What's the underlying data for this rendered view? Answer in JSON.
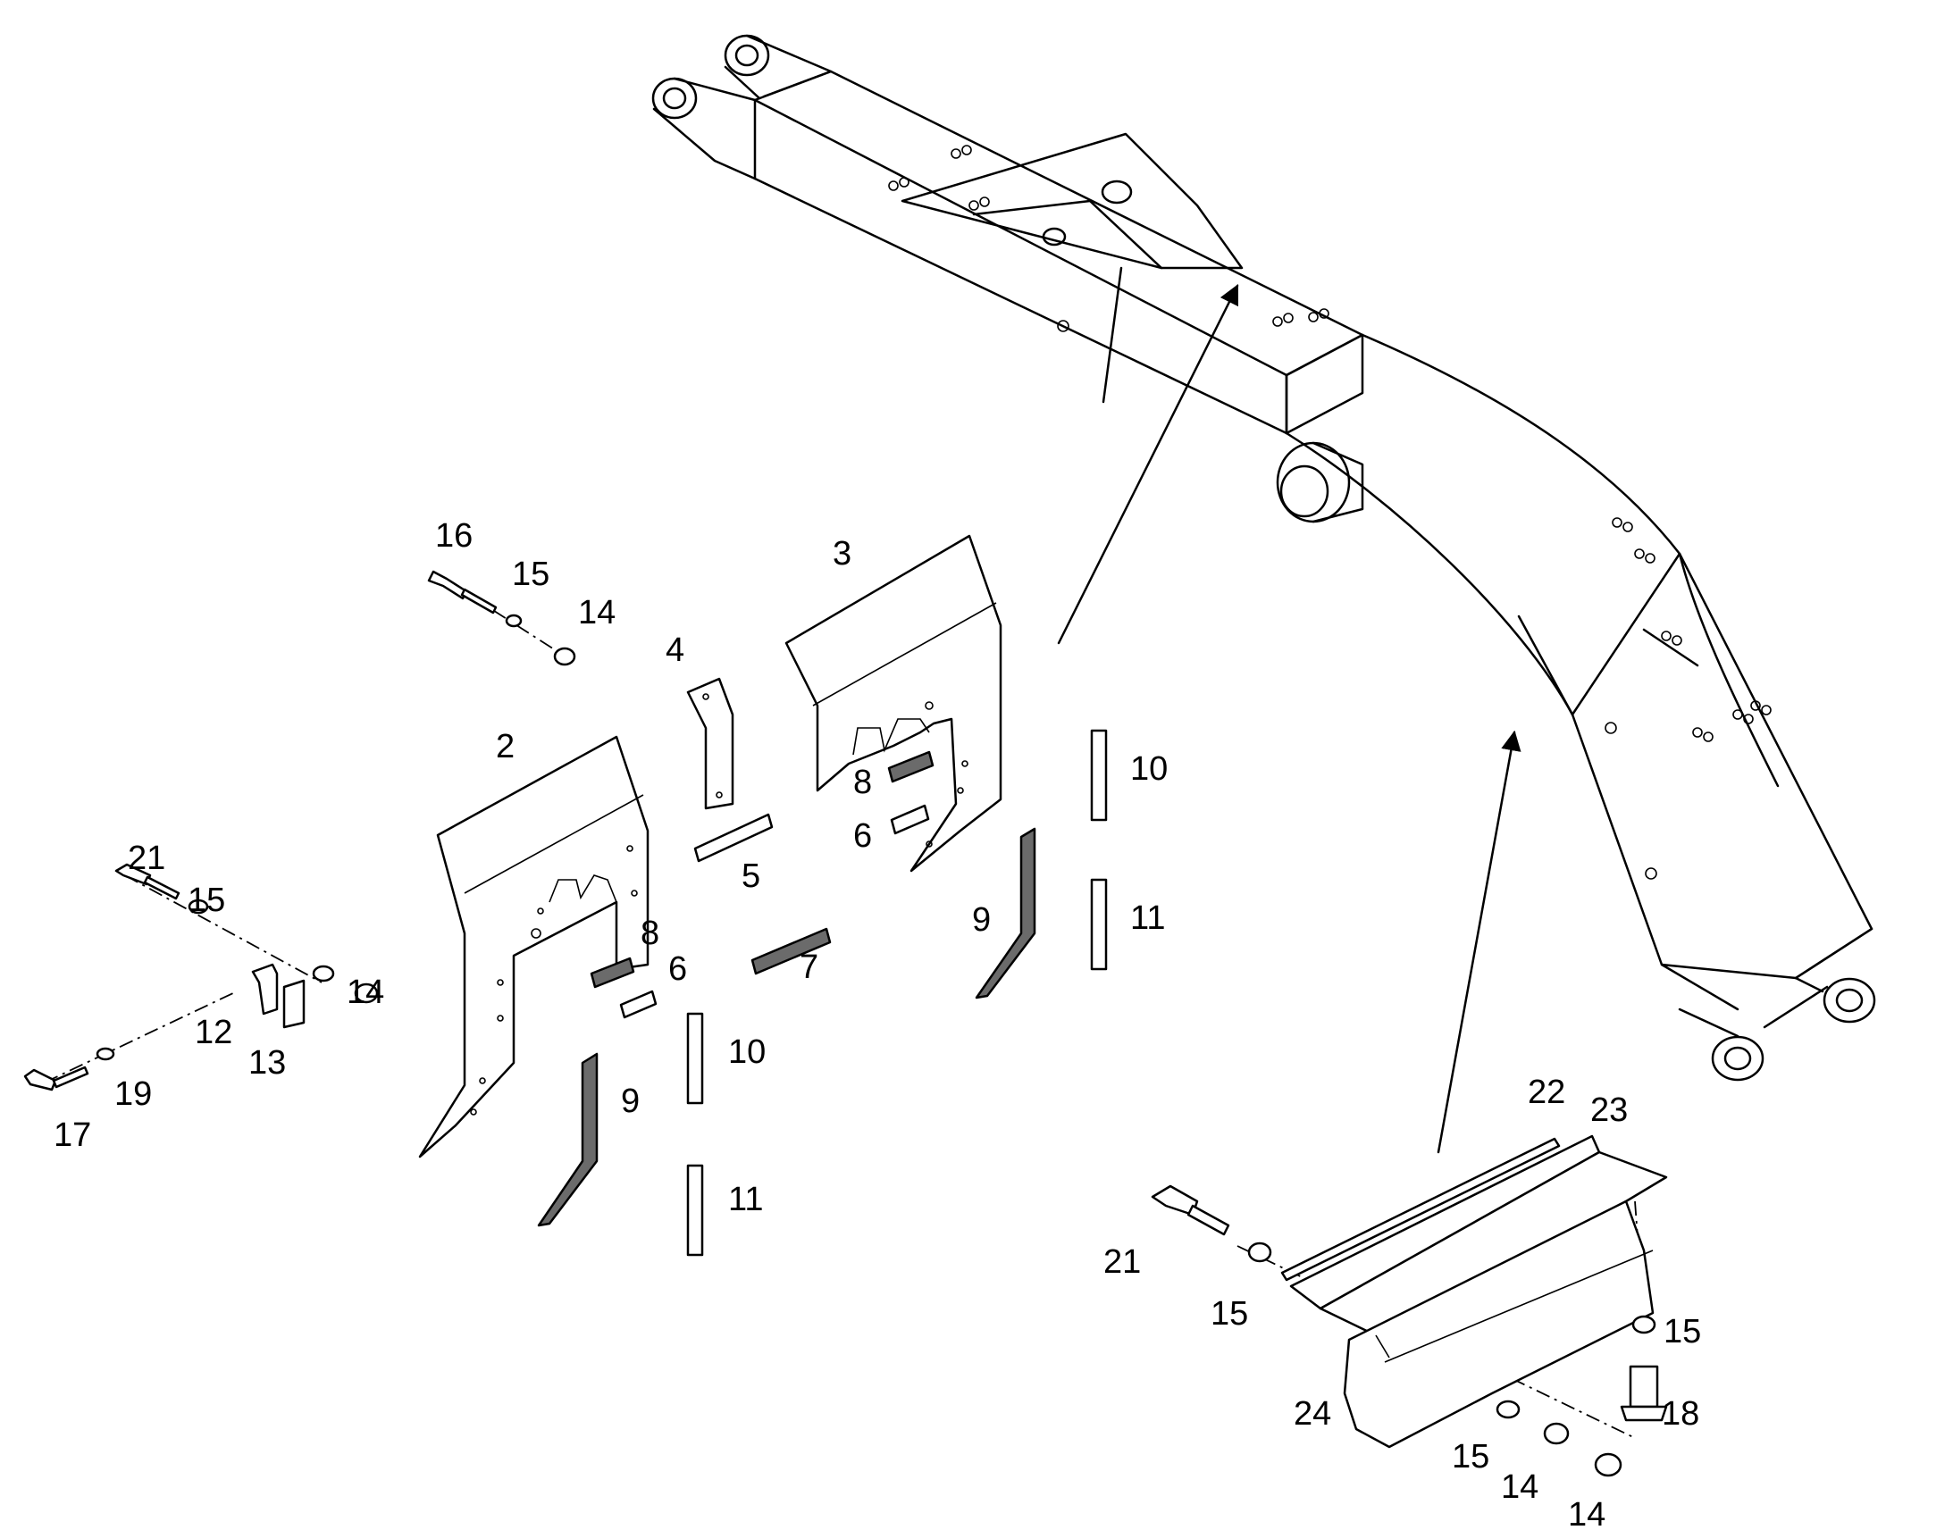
{
  "labels": {
    "l2": "2",
    "l3": "3",
    "l4": "4",
    "l5": "5",
    "l6a": "6",
    "l6b": "6",
    "l7": "7",
    "l8a": "8",
    "l8b": "8",
    "l9a": "9",
    "l9b": "9",
    "l10a": "10",
    "l10b": "10",
    "l11a": "11",
    "l11b": "11",
    "l12": "12",
    "l13": "13",
    "l14a": "14",
    "l14b": "14",
    "l14c": "14",
    "l14d": "14",
    "l15a": "15",
    "l15b": "15",
    "l15c": "15",
    "l15d": "15",
    "l15e": "15",
    "l16": "16",
    "l17": "17",
    "l18": "18",
    "l19": "19",
    "l21a": "21",
    "l21b": "21",
    "l22": "22",
    "l23": "23",
    "l24": "24"
  },
  "colors": {
    "line": "#000000",
    "background": "#ffffff",
    "hatched_part": "#6b6b6b"
  }
}
